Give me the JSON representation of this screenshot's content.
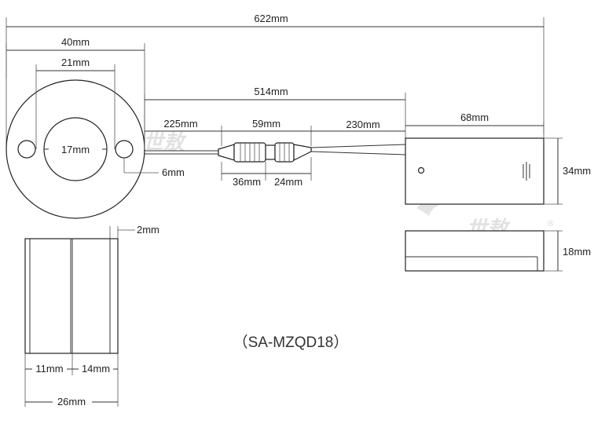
{
  "dimensions": {
    "total_length": "622mm",
    "disc_diameter": "40mm",
    "mount_hole_spacing": "21mm",
    "center_hole": "17mm",
    "hole_size": "6mm",
    "cable_514": "514mm",
    "cable_225": "225mm",
    "connector_59": "59mm",
    "cable_230": "230mm",
    "connector_36": "36mm",
    "connector_24": "24mm",
    "box_length": "68mm",
    "box_height": "34mm",
    "box_depth": "18mm",
    "lip": "2mm",
    "seg_11": "11mm",
    "seg_14": "14mm",
    "side_width": "26mm"
  },
  "model": "（SA-MZQD18）",
  "watermark": {
    "brand_text": "世敖",
    "registered": "®"
  }
}
